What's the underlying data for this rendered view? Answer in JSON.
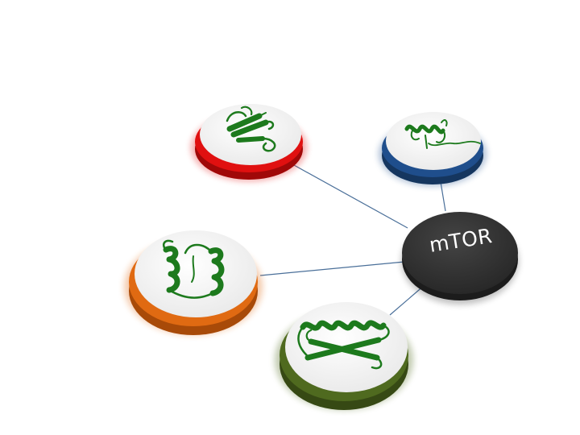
{
  "hub": {
    "label": "mTOR",
    "color": "#333333"
  },
  "connector_color": "#4a6f99",
  "ring_face_color": "#f4f4f4",
  "protein_color": "#1d7a1d",
  "nodes": [
    {
      "name": "red",
      "color": "#e01010",
      "shade": "#a00808",
      "structure": "beta-hairpin-icon"
    },
    {
      "name": "blue",
      "color": "#1f4e8c",
      "shade": "#15365f",
      "structure": "short-helix-coil-icon"
    },
    {
      "name": "orange",
      "color": "#e06a12",
      "shade": "#a84a08",
      "structure": "helix-bundle-icon"
    },
    {
      "name": "olive",
      "color": "#4f6a1f",
      "shade": "#364914",
      "structure": "helix-sheet-icon"
    }
  ]
}
